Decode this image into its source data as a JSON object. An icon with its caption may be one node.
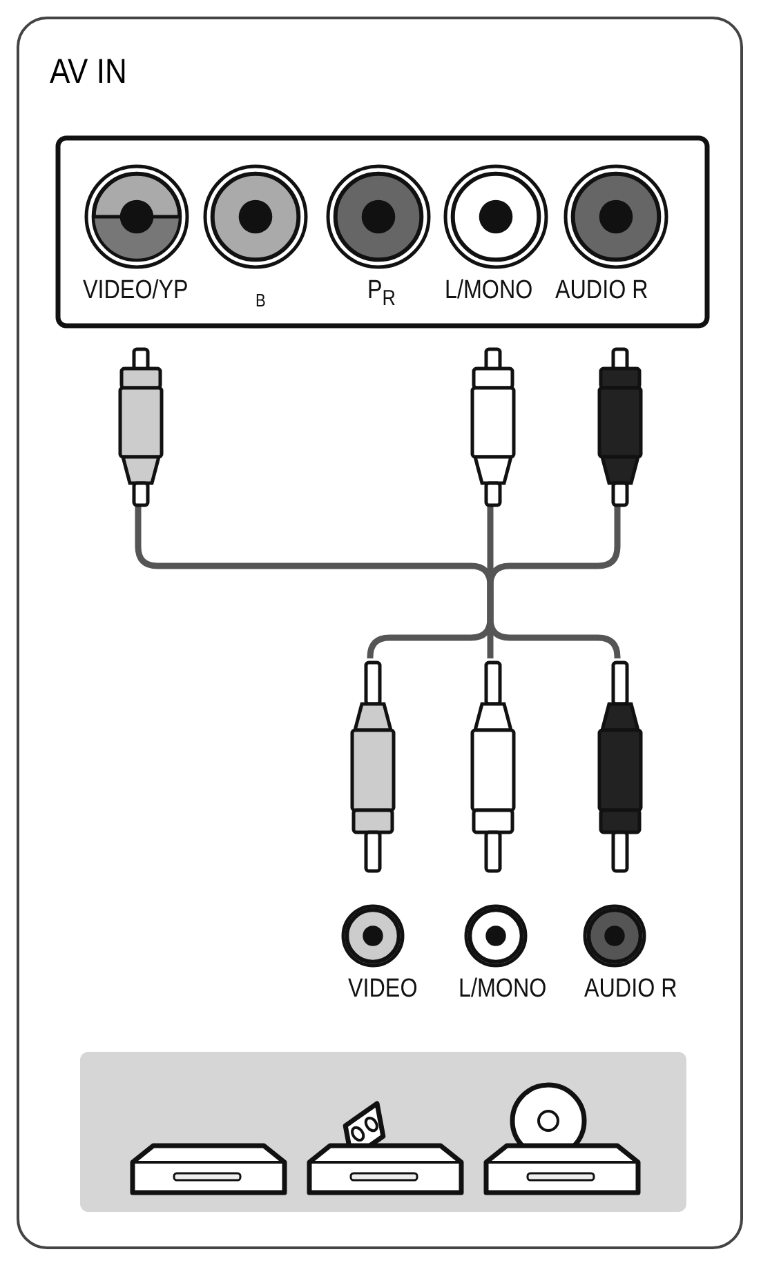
{
  "diagram": {
    "nodes": [
      {
        "text": [
          "AV IN"
        ]
      },
      {
        "text": [],
        "shape": "circle",
        "in": 0
      },
      {
        "text": [],
        "shape": "circle",
        "in": 0
      },
      {
        "text": [],
        "shape": "circle",
        "in": 0
      },
      {
        "text": [],
        "shape": "circle",
        "in": 0
      },
      {
        "text": [],
        "shape": "circle",
        "in": 0
      },
      {
        "text": [],
        "shape": "plug",
        "in": 0
      },
      {
        "text": [],
        "shape": "plug",
        "in": 0
      },
      {
        "text": [],
        "shape": "plug",
        "in": 0
      },
      {
        "text": [],
        "shape": "plug",
        "in": 0
      },
      {
        "text": [],
        "shape": "plug",
        "in": 0
      },
      {
        "text": [],
        "shape": "plug",
        "in": 0
      },
      {
        "text": [],
        "shape": "circle",
        "in": 0
      },
      {
        "text": [],
        "shape": "circle",
        "in": 0
      },
      {
        "text": [],
        "shape": "circle",
        "in": 0
      }
    ],
    "edges": [
      {
        "from": 6,
        "to": 9,
        "arrow": "none"
      },
      {
        "from": 7,
        "to": 10,
        "arrow": "none"
      },
      {
        "from": 8,
        "to": 11,
        "arrow": "none"
      }
    ],
    "labels": [
      "VIDEO/YP",
      "B",
      "P$_{R}$",
      "L/MONO",
      "AUDIO R",
      "VIDEO",
      "L/MONO",
      "AUDIO R"
    ]
  }
}
